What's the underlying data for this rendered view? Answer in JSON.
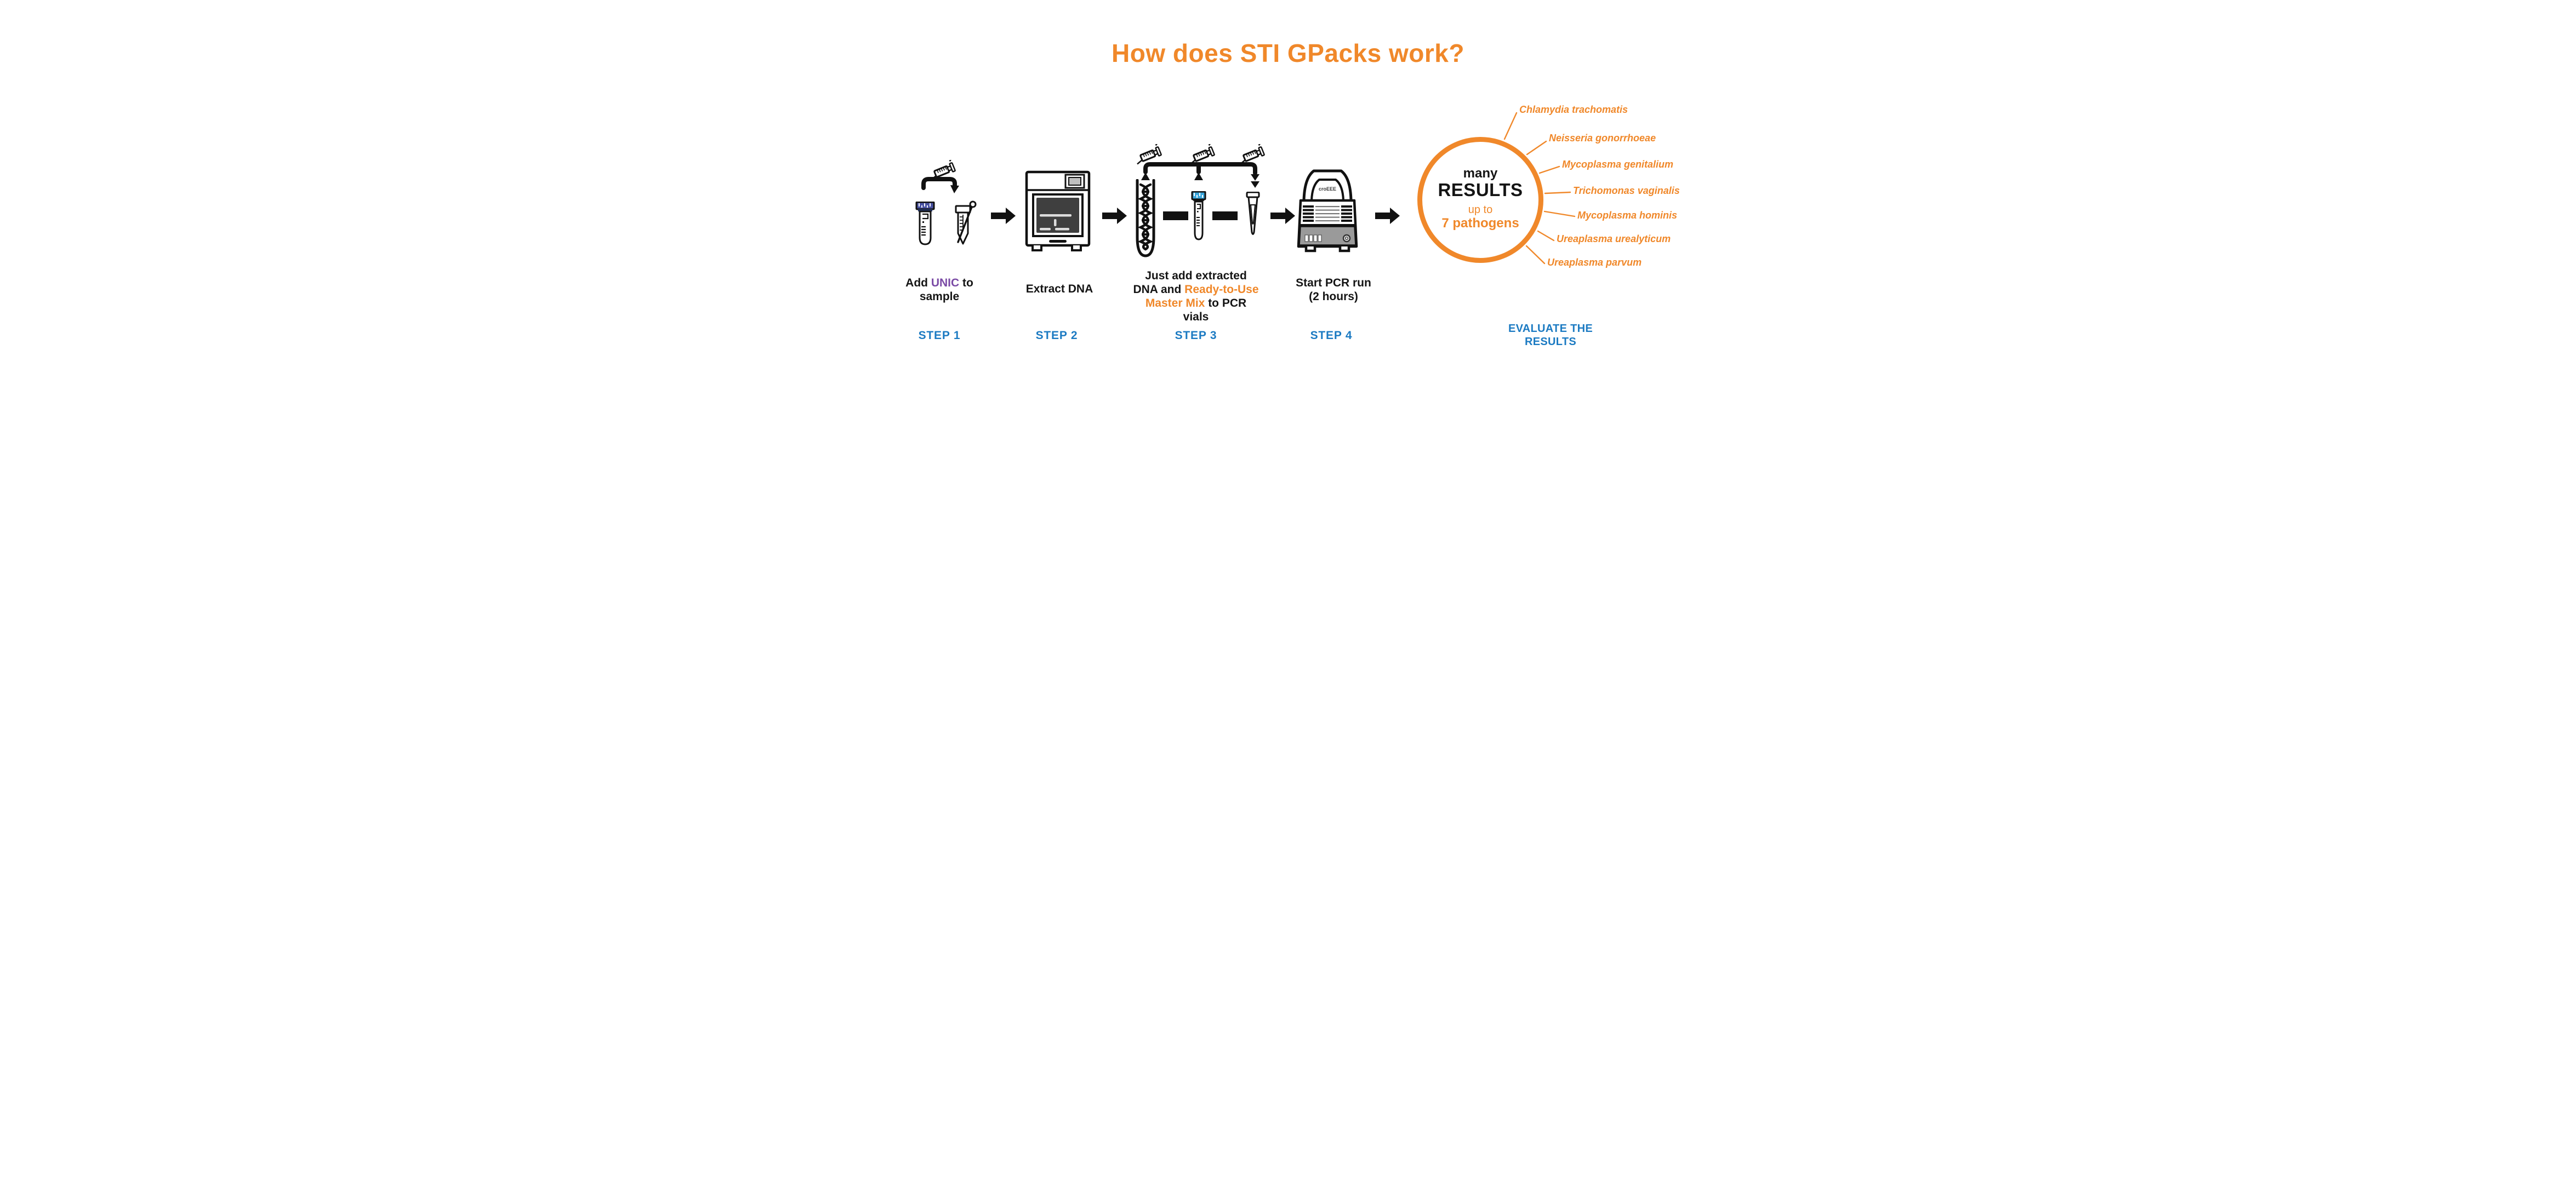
{
  "title": "How does STI GPacks work?",
  "colors": {
    "accent_orange": "#F0882A",
    "step_blue": "#1B7AC2",
    "unic_purple": "#7A4AA5",
    "sample_cap_indigo": "#4A53A3",
    "mix_cap_blue": "#3BA7DC",
    "machine_panel_gray": "#9A9A9A",
    "machine_screen_dark": "#3F3F3F"
  },
  "steps": [
    {
      "label": "STEP 1",
      "caption": {
        "line1_pre": "Add ",
        "line1_highlight": "UNIC",
        "line1_post": " to",
        "line2": "sample"
      }
    },
    {
      "label": "STEP 2",
      "caption": {
        "line1": "Extract DNA"
      }
    },
    {
      "label": "STEP 3",
      "caption": {
        "line1": "Just add extracted",
        "line2_pre": "DNA and ",
        "line2_highlight": "Ready-to-Use",
        "line3_highlight": "Master Mix",
        "line3_post": " to PCR vials"
      }
    },
    {
      "label": "STEP 4",
      "caption": {
        "line1": "Start PCR run",
        "line2": "(2 hours)"
      }
    }
  ],
  "pcr_machine": {
    "lid_text": "croEEE"
  },
  "results": {
    "circle": {
      "line1": "many",
      "line2": "RESULTS",
      "line3": "up to",
      "line4": "7 pathogens"
    },
    "pathogens": [
      {
        "name": "Chlamydia trachomatis"
      },
      {
        "name": "Neisseria gonorrhoeae"
      },
      {
        "name": "Mycoplasma genitalium"
      },
      {
        "name": "Trichomonas vaginalis"
      },
      {
        "name": "Mycoplasma hominis"
      },
      {
        "name": "Ureaplasma urealyticum"
      },
      {
        "name": "Ureaplasma parvum"
      }
    ],
    "footer_line1": "EVALUATE THE",
    "footer_line2": "RESULTS"
  }
}
